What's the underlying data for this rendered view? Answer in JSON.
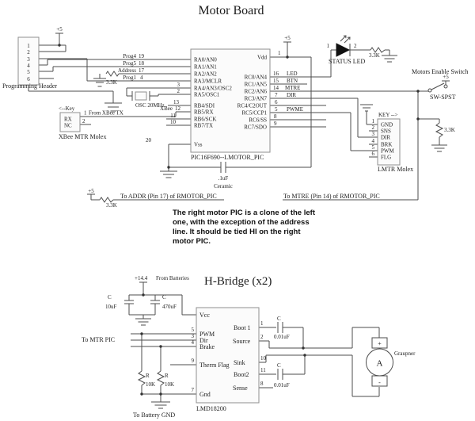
{
  "motor_board": {
    "title": "Motor Board",
    "plus5": "+5",
    "r33": "3.3K",
    "prog_header": {
      "label": "Programming Header",
      "pins": [
        "1",
        "2",
        "3",
        "4",
        "5",
        "6"
      ]
    },
    "osc": "OSC 20MHz",
    "xbee": {
      "key": "<--Key",
      "rx": "RX",
      "nc": "NC",
      "pin1": "1",
      "net": "From XBee TX",
      "pin2": "2",
      "label": "XBee MTR Molex"
    },
    "pic": {
      "name": "PIC16F690--LMOTOR_PIC",
      "vdd": "Vdd",
      "vdd_num": "1",
      "vss": "Vss",
      "left": [
        {
          "ext": "Prog4",
          "num": "19",
          "name": "RA0/AN0"
        },
        {
          "ext": "Prog5",
          "num": "18",
          "name": "RA1/AN1"
        },
        {
          "ext": "Address",
          "num": "17",
          "name": "RA2/AN2"
        },
        {
          "ext": "Prog1",
          "num": "4",
          "name": "RA3/MCLR"
        },
        {
          "ext": "",
          "num": "3",
          "name": "RA4/AN3/OSC2"
        },
        {
          "ext": "",
          "num": "2",
          "name": "RA5/OSC1"
        },
        {
          "ext": "",
          "num": "13",
          "name": "RB4/SDI"
        },
        {
          "ext": "XBee",
          "num": "12",
          "name": "RB5/RX"
        },
        {
          "ext": "",
          "num": "11",
          "name": "RB6/SCK"
        },
        {
          "ext": "",
          "num": "10",
          "name": "RB7/TX"
        },
        {
          "ext": "",
          "num": "20",
          "name": ""
        }
      ],
      "right": [
        {
          "num": "16",
          "ext": "LED",
          "name": "RC0/AN4"
        },
        {
          "num": "15",
          "ext": "BTN",
          "name": "RC1/AN5"
        },
        {
          "num": "14",
          "ext": "MTRE",
          "name": "RC2/AN6"
        },
        {
          "num": "7",
          "ext": "DIR",
          "name": "RC3/AN7"
        },
        {
          "num": "6",
          "ext": "",
          "name": "RC4/C2OUT"
        },
        {
          "num": "5",
          "ext": "PWME",
          "name": "RC5/CCP1"
        },
        {
          "num": "8",
          "ext": "",
          "name": "RC6/SS"
        },
        {
          "num": "9",
          "ext": "",
          "name": "RC7/SDO"
        }
      ]
    },
    "decap": {
      "v": ".1uF",
      "t": "Ceramic"
    },
    "led": {
      "p1": "1",
      "p2": "2",
      "label": "STATUS LED"
    },
    "sw": {
      "label": "Motors Enable Switch",
      "type": "SW-SPST"
    },
    "lmtr": {
      "key": "KEY -->",
      "label": "LMTR Molex",
      "pins": [
        {
          "n": "1",
          "name": "GND"
        },
        {
          "n": "2",
          "name": "SNS"
        },
        {
          "n": "3",
          "name": "DIR"
        },
        {
          "n": "4",
          "name": "BRK"
        },
        {
          "n": "5",
          "name": "PWM"
        },
        {
          "n": "6",
          "name": "FLG"
        }
      ]
    },
    "addr_link": "To ADDR (Pin 17) of RMOTOR_PIC",
    "mtre_link": "To MTRE (Pin 14) of RMOTOR_PIC",
    "note": [
      "The right motor PIC is a clone of the left",
      "one, with the exception of the address",
      "line.  It should be tied HI on the right",
      "motor PIC."
    ]
  },
  "h_bridge": {
    "title": "H-Bridge (x2)",
    "supply": {
      "v": "+14.4",
      "label": "From Batteries"
    },
    "cap_ref": "C",
    "cap1": "10uF",
    "cap2": "470uF",
    "boot_cap": "0.01uF",
    "chip": {
      "name": "LMD18200",
      "vcc": "Vcc",
      "left": [
        {
          "n": "5",
          "name": "PWM"
        },
        {
          "n": "3",
          "name": "Dir"
        },
        {
          "n": "4",
          "name": "Brake"
        },
        {
          "n": "9",
          "name": "Therm Flag"
        },
        {
          "n": "7",
          "name": "Gnd"
        }
      ],
      "right": [
        {
          "n": "1",
          "name": "Boot 1"
        },
        {
          "n": "2",
          "name": "Source"
        },
        {
          "n": "10",
          "name": "Sink"
        },
        {
          "n": "11",
          "name": "Boot2"
        },
        {
          "n": "8",
          "name": "Sense"
        }
      ]
    },
    "to_mtr_pic": "To MTR PIC",
    "res_ref": "R",
    "res_val": "10K",
    "batt_gnd": "To Battery GND",
    "motor": {
      "brand": "Graupner",
      "sym": "A",
      "plus": "+",
      "minus": "-"
    }
  }
}
